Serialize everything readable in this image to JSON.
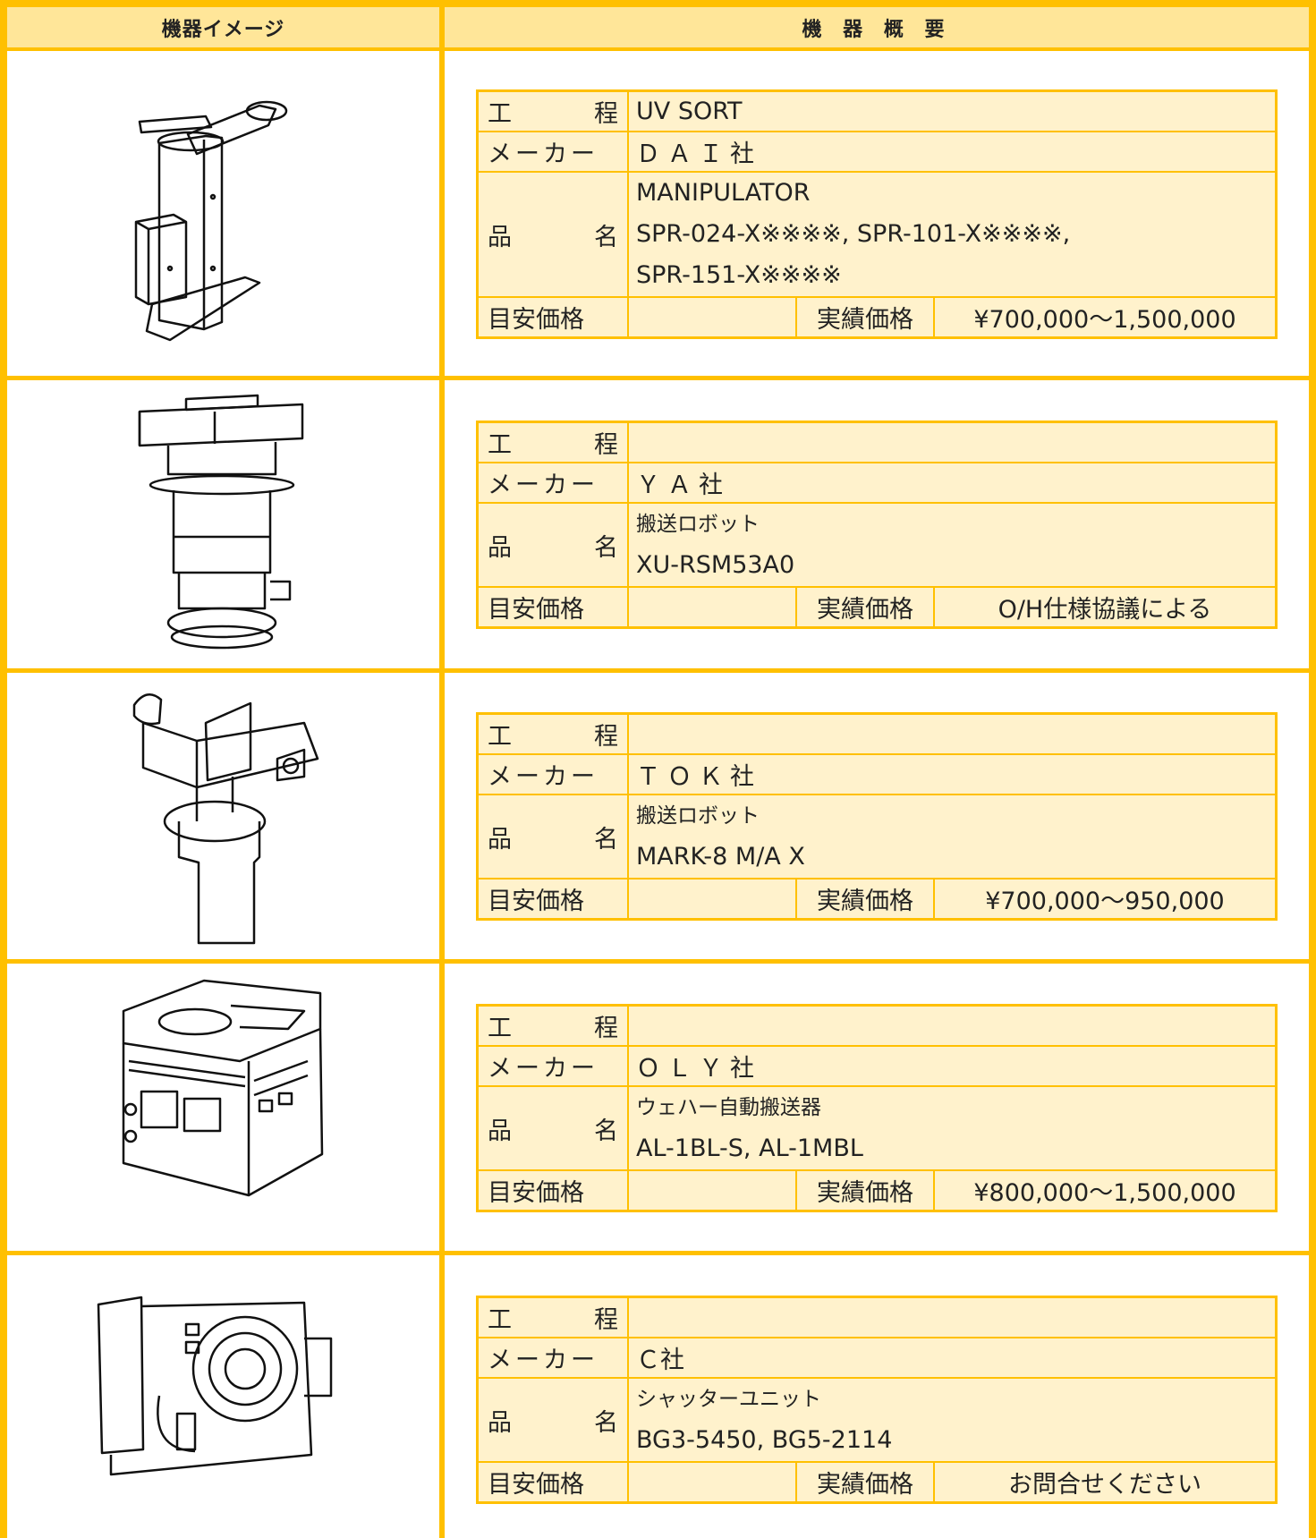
{
  "header": {
    "image_col": "機器イメージ",
    "summary_col": "機 器 概 要"
  },
  "labels": {
    "process_a": "工",
    "process_b": "程",
    "maker": "メーカー",
    "name_a": "品",
    "name_b": "名",
    "est_price": "目安価格",
    "actual_price": "実績価格"
  },
  "items": [
    {
      "process": "UV SORT",
      "maker": "ＤＡＩ社",
      "name_lines": [
        "MANIPULATOR",
        "SPR-024-X※※※※, SPR-101-X※※※※,",
        "SPR-151-X※※※※"
      ],
      "est_price": "",
      "actual_price": "¥700,000～1,500,000",
      "image_icon": "manipulator-icon"
    },
    {
      "process": "",
      "maker": "ＹＡ社",
      "name_lines": [
        "搬送ロボット",
        "XU-RSM53A0"
      ],
      "est_price": "",
      "actual_price": "O/H仕様協議による",
      "image_icon": "transfer-robot-icon"
    },
    {
      "process": "",
      "maker": "ＴＯＫ社",
      "name_lines": [
        "搬送ロボット",
        "MARK-8 M/A X"
      ],
      "est_price": "",
      "actual_price": "¥700,000～950,000",
      "image_icon": "transfer-robot-icon"
    },
    {
      "process": "",
      "maker": "ＯＬＹ社",
      "name_lines": [
        "ウェハー自動搬送器",
        "AL-1BL-S, AL-1MBL"
      ],
      "est_price": "",
      "actual_price": "¥800,000～1,500,000",
      "image_icon": "wafer-loader-icon"
    },
    {
      "process": "",
      "maker": "Ｃ社",
      "name_lines": [
        "シャッターユニット",
        "BG3-5450, BG5-2114"
      ],
      "est_price": "",
      "actual_price": "お問合せください",
      "image_icon": "shutter-unit-icon"
    }
  ],
  "colors": {
    "border": "#ffc000",
    "header_bg": "#ffe699",
    "cell_bg": "#fff2cc"
  }
}
